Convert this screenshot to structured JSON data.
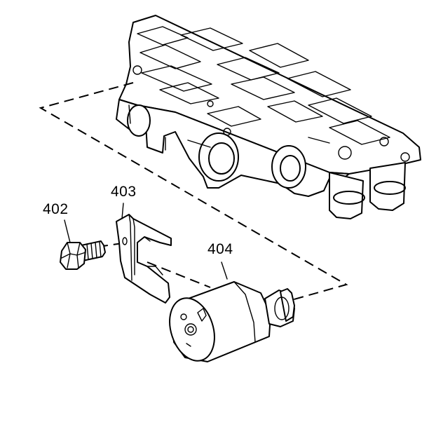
{
  "callouts": [
    {
      "id": "bolt",
      "number": "402"
    },
    {
      "id": "bracket",
      "number": "403"
    },
    {
      "id": "solenoid",
      "number": "404"
    }
  ],
  "colors": {
    "line": "#000000",
    "background": "#ffffff"
  }
}
